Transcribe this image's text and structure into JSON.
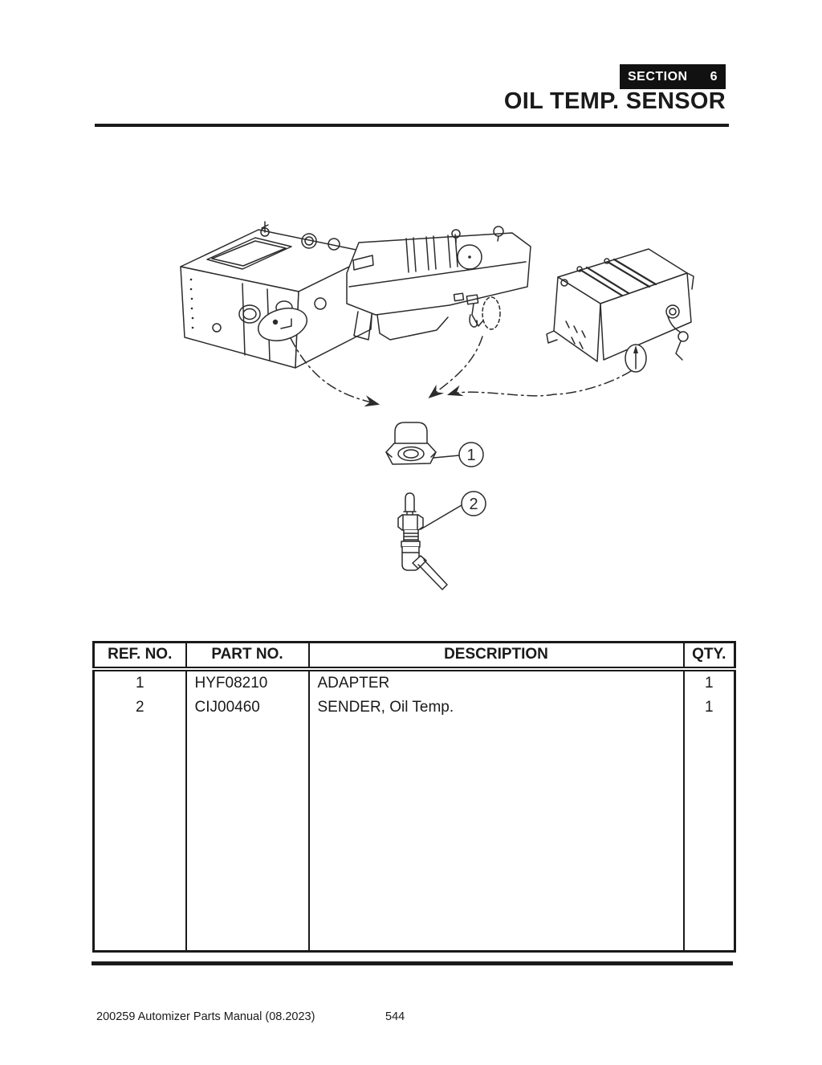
{
  "header": {
    "section_label": "SECTION",
    "section_number": "6",
    "title": "OIL TEMP. SENSOR"
  },
  "diagram": {
    "callouts": [
      {
        "number": "1"
      },
      {
        "number": "2"
      }
    ]
  },
  "table": {
    "columns": [
      "REF. NO.",
      "PART NO.",
      "DESCRIPTION",
      "QTY."
    ],
    "rows": [
      {
        "ref_no": "1",
        "part_no": "HYF08210",
        "description": "ADAPTER",
        "qty": "1"
      },
      {
        "ref_no": "2",
        "part_no": "CIJ00460",
        "description": "SENDER, Oil Temp.",
        "qty": "1"
      }
    ]
  },
  "footer": {
    "manual_title": "200259 Automizer Parts Manual (08.2023)",
    "page_number": "544"
  },
  "colors": {
    "ink": "#1a1a1a",
    "badge_bg": "#111111",
    "paper": "#ffffff"
  }
}
